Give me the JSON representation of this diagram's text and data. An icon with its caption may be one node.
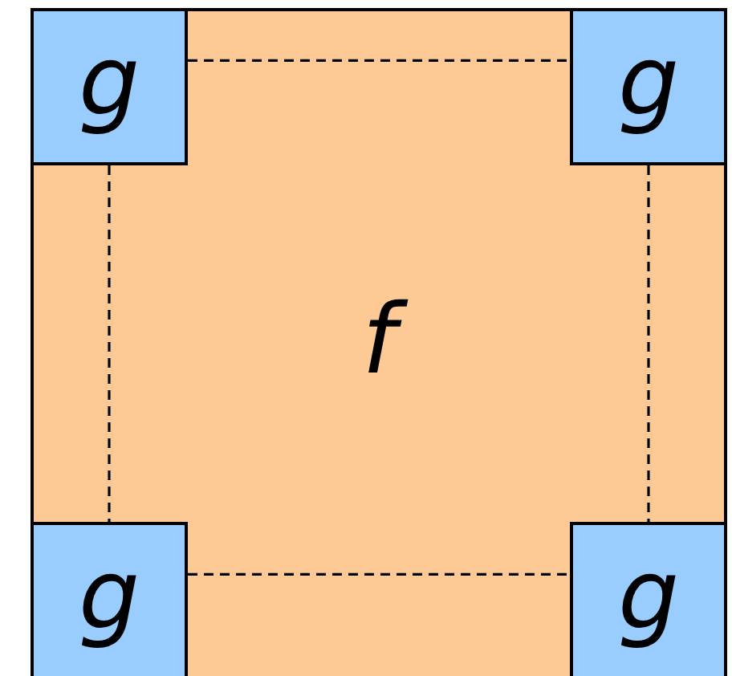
{
  "diagram": {
    "nodes": [
      {
        "text": [
          "f"
        ]
      },
      {
        "text": [
          "g"
        ],
        "in": 0
      },
      {
        "text": [
          "g"
        ],
        "in": 0
      },
      {
        "text": [
          "g"
        ],
        "in": 0
      },
      {
        "text": [
          "g"
        ],
        "in": 0
      }
    ],
    "edges": [
      {
        "from": 1,
        "to": 2,
        "arrow": "none",
        "style": "dashed"
      },
      {
        "from": 1,
        "to": 3,
        "arrow": "none",
        "style": "dashed"
      },
      {
        "from": 2,
        "to": 4,
        "arrow": "none",
        "style": "dashed"
      },
      {
        "from": 3,
        "to": 4,
        "arrow": "none",
        "style": "dashed"
      }
    ]
  }
}
